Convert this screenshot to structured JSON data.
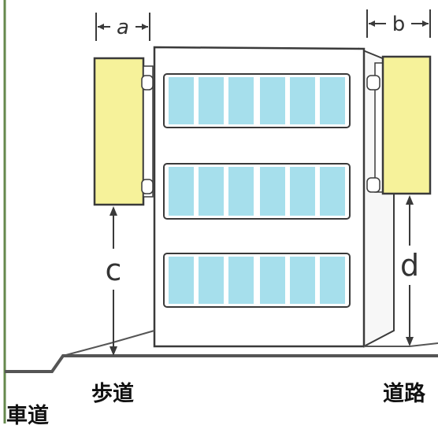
{
  "labels": {
    "sidewalk": "歩道",
    "roadway": "車道",
    "road": "道路"
  },
  "dimensions": {
    "a": "a",
    "b": "b",
    "c": "c",
    "d": "d"
  },
  "colors": {
    "sign_fill": "#f6f29a",
    "window_fill": "#a6dfec",
    "line": "#3a3a3a",
    "frame": "#66884d",
    "ground": "#555555"
  }
}
